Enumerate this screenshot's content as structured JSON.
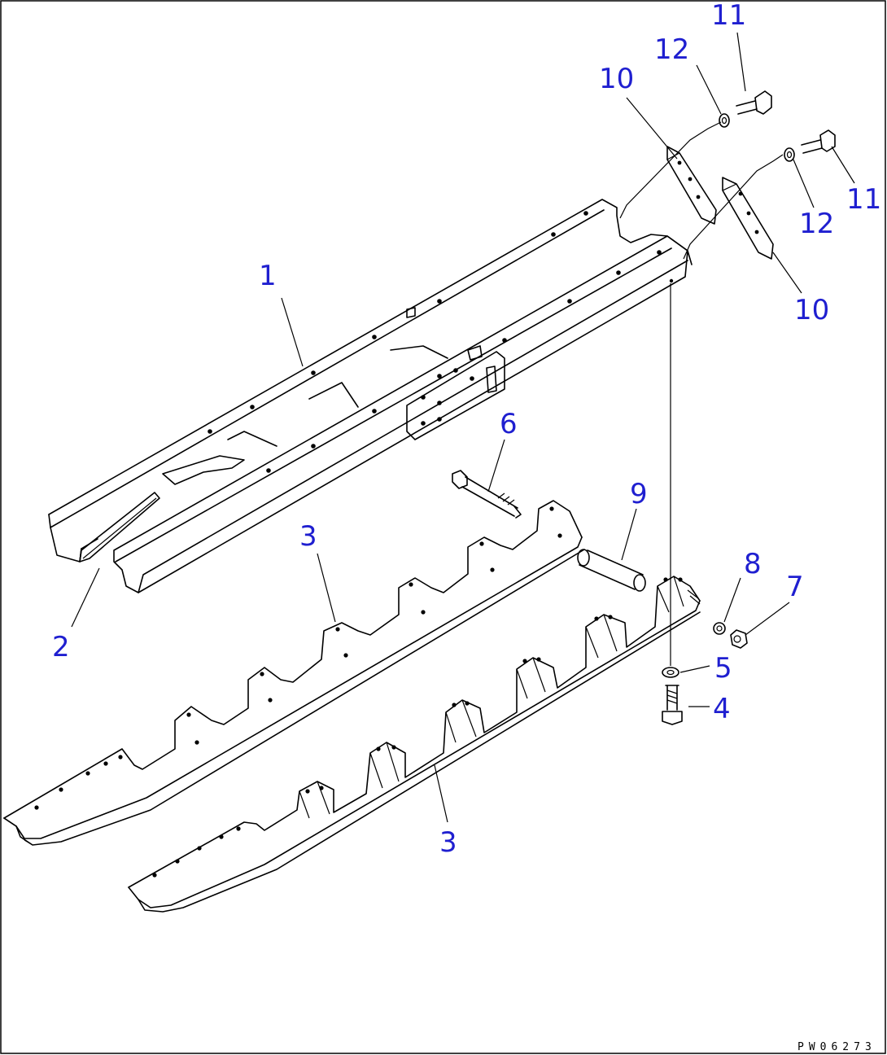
{
  "callouts": {
    "c1": "1",
    "c2": "2",
    "c3a": "3",
    "c3b": "3",
    "c4": "4",
    "c5": "5",
    "c6": "6",
    "c7": "7",
    "c8": "8",
    "c9": "9",
    "c10a": "10",
    "c10b": "10",
    "c11a": "11",
    "c11b": "11",
    "c12a": "12",
    "c12b": "12"
  },
  "drawing_code": "PW06273",
  "colors": {
    "callout": "#1f1fd0",
    "line": "#000000"
  }
}
